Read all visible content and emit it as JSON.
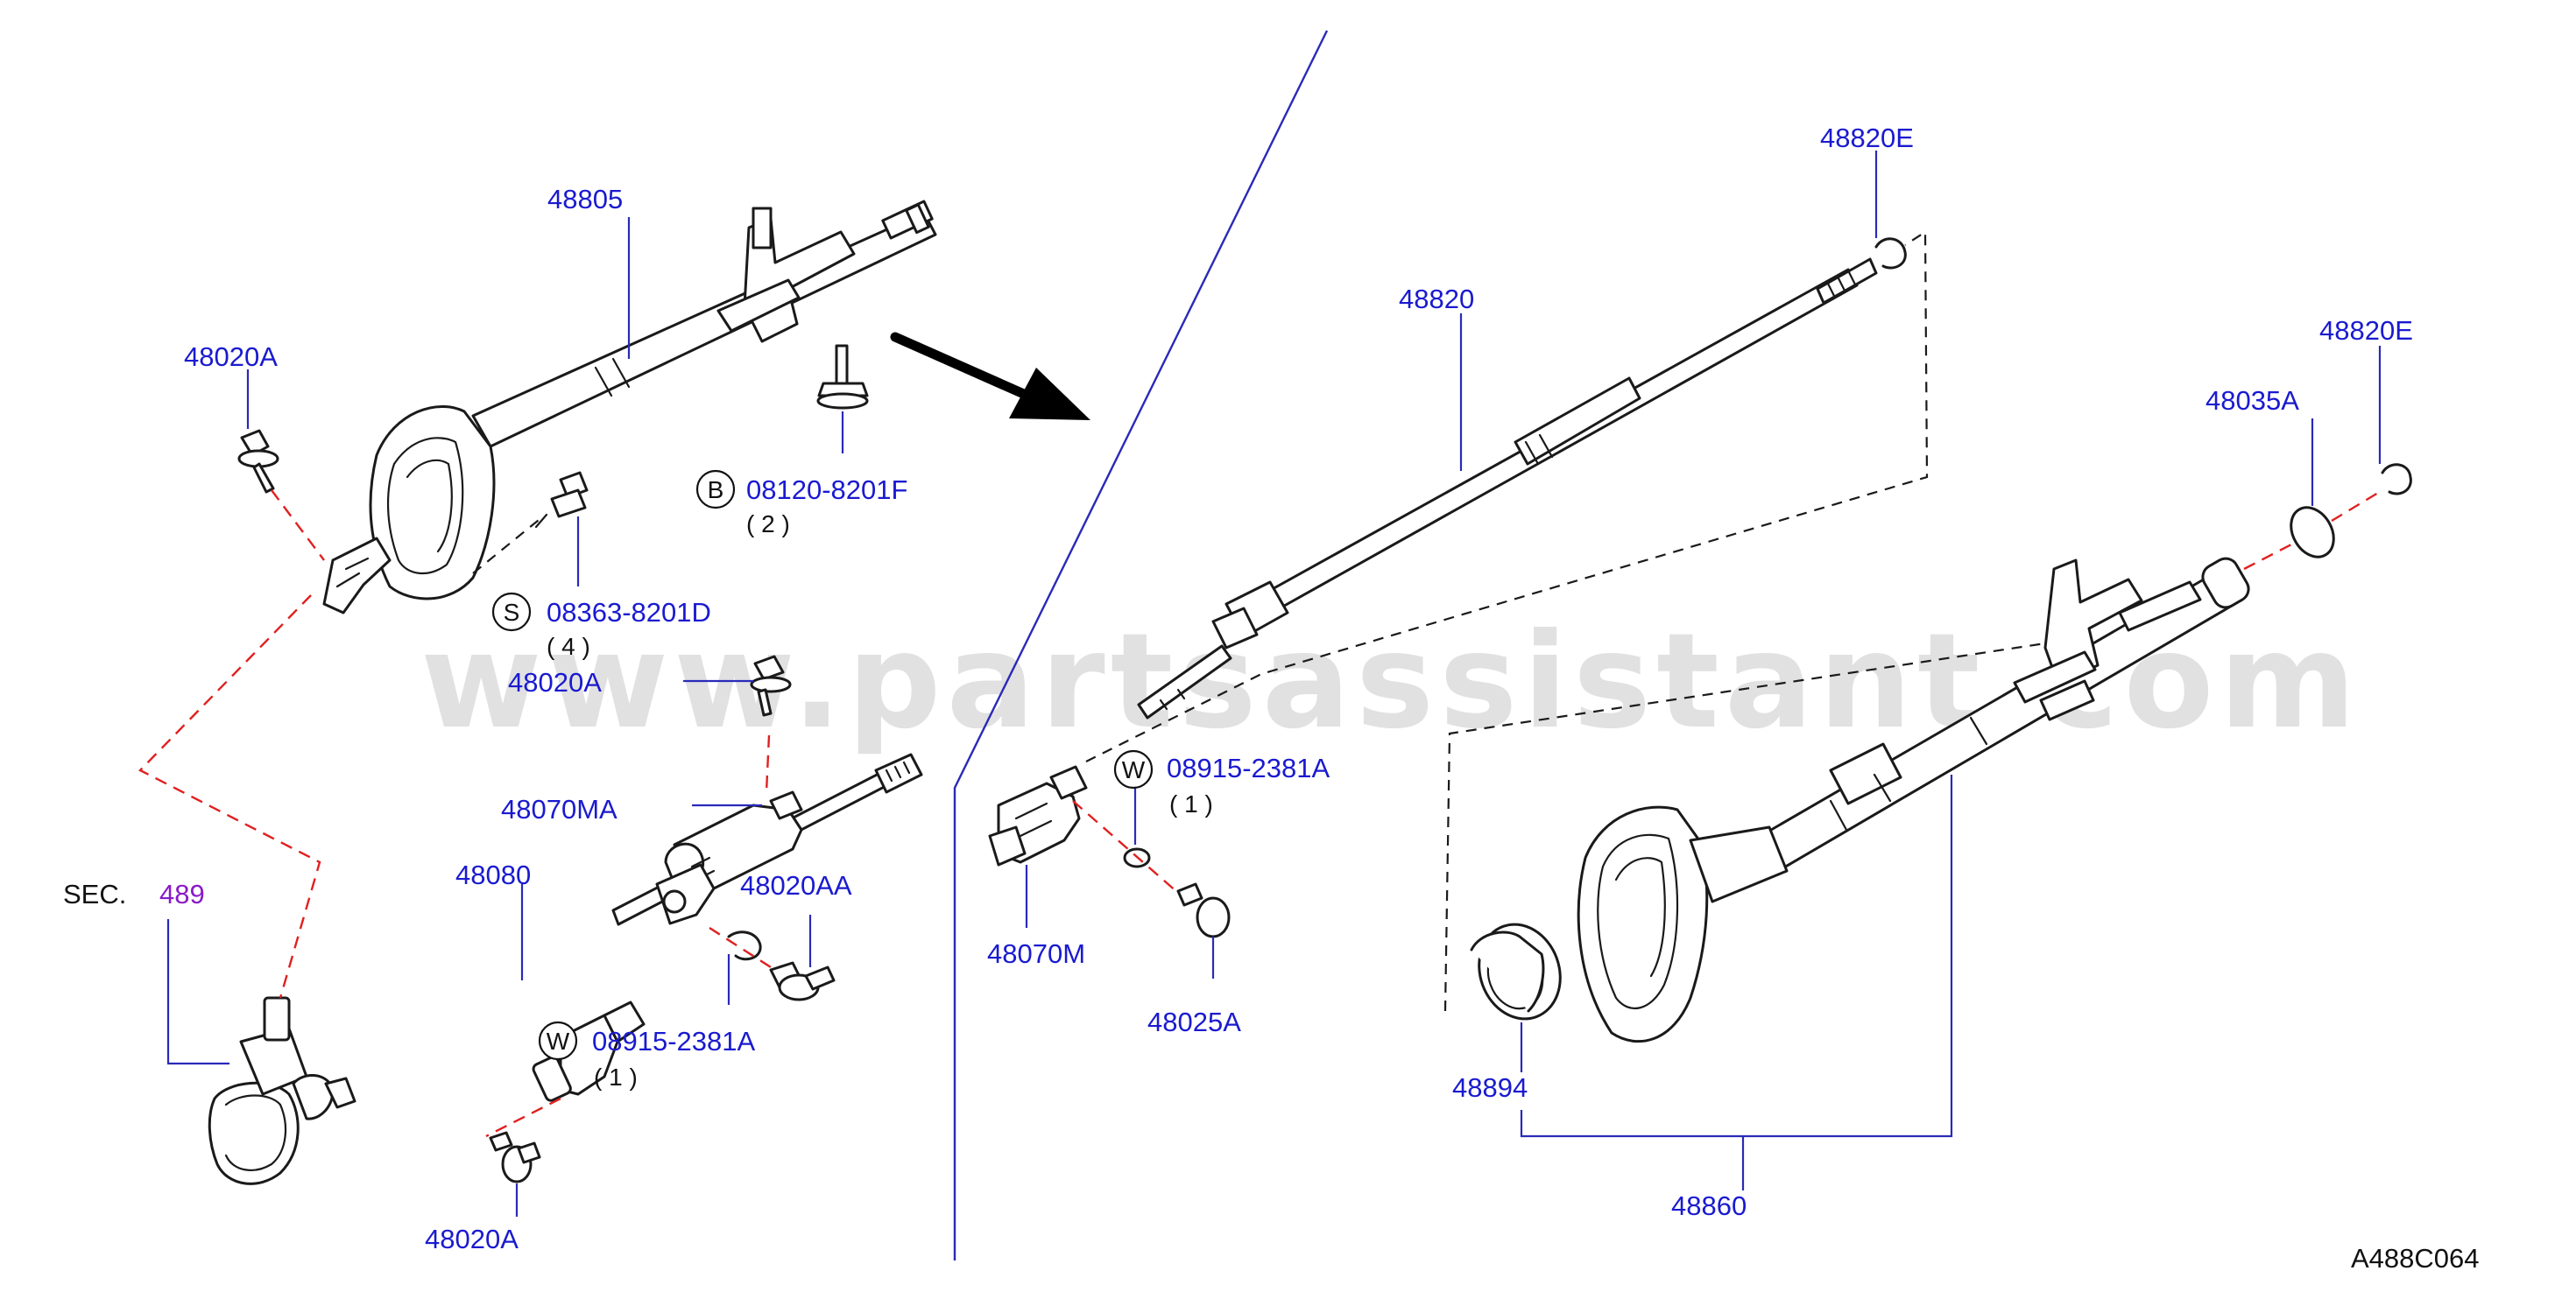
{
  "diagram_code": "A488C064",
  "watermark": "www.partsassistant.com",
  "labels": {
    "p48805": "48805",
    "p48020A_top": "48020A",
    "p08120": "08120-8201F",
    "p08120_qty": "( 2 )",
    "p08363": "08363-8201D",
    "p08363_qty": "( 4 )",
    "p48020A_mid": "48020A",
    "p48070MA": "48070MA",
    "p48080": "48080",
    "p48020AA": "48020AA",
    "sec_prefix": "SEC.",
    "sec_num": "489",
    "p08915_left": "08915-2381A",
    "p08915_left_qty": "( 1 )",
    "p48020A_bottom": "48020A",
    "p48820E_top": "48820E",
    "p48820": "48820",
    "p48820E_right": "48820E",
    "p48035A": "48035A",
    "p08915_right": "08915-2381A",
    "p08915_right_qty": "( 1 )",
    "p48070M": "48070M",
    "p48025A": "48025A",
    "p48894": "48894",
    "p48860": "48860"
  },
  "callouts": {
    "b": "B",
    "s": "S",
    "w_left": "W",
    "w_right": "W"
  },
  "colors": {
    "label": "#1a1ad0",
    "leader": "#2a2ab8",
    "dash_red": "#e02020",
    "section_ref": "#8a1ac8"
  }
}
